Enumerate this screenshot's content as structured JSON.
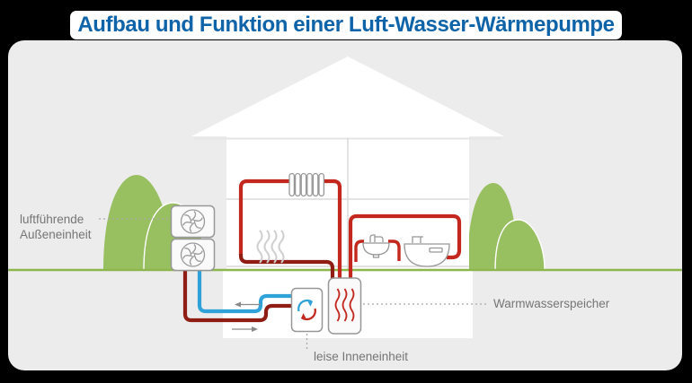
{
  "title": {
    "text": "Aufbau und Funktion einer Luft-Wasser-Wärmepumpe"
  },
  "labels": {
    "outdoor_unit": "luftführende\nAußeneinheit",
    "indoor_unit": "leise Inneneinheit",
    "water_tank": "Warmwasserspeicher"
  },
  "icons": {
    "fan": "fan-icon",
    "radiator": "radiator-icon",
    "underfloor_heat_waves": "heat-waves-icon",
    "tank_heat_waves": "heat-waves-icon",
    "refrigerant_cycle": "heat-cycle-icon",
    "sink": "sink-icon",
    "bathtub": "bathtub-icon",
    "flow_left": "arrow-left-icon",
    "flow_right": "arrow-right-icon"
  },
  "colors": {
    "background": "#000000",
    "panel": "#ececec",
    "title_blue": "#0e63a9",
    "house_white": "#ffffff",
    "ground_green": "#8db64c",
    "tree_green": "#98bf60",
    "pipe_red_bright": "#c3271e",
    "pipe_red_dark": "#8f1d14",
    "pipe_blue": "#2fa3d9",
    "outline_gray": "#979797",
    "label_gray": "#757575"
  }
}
